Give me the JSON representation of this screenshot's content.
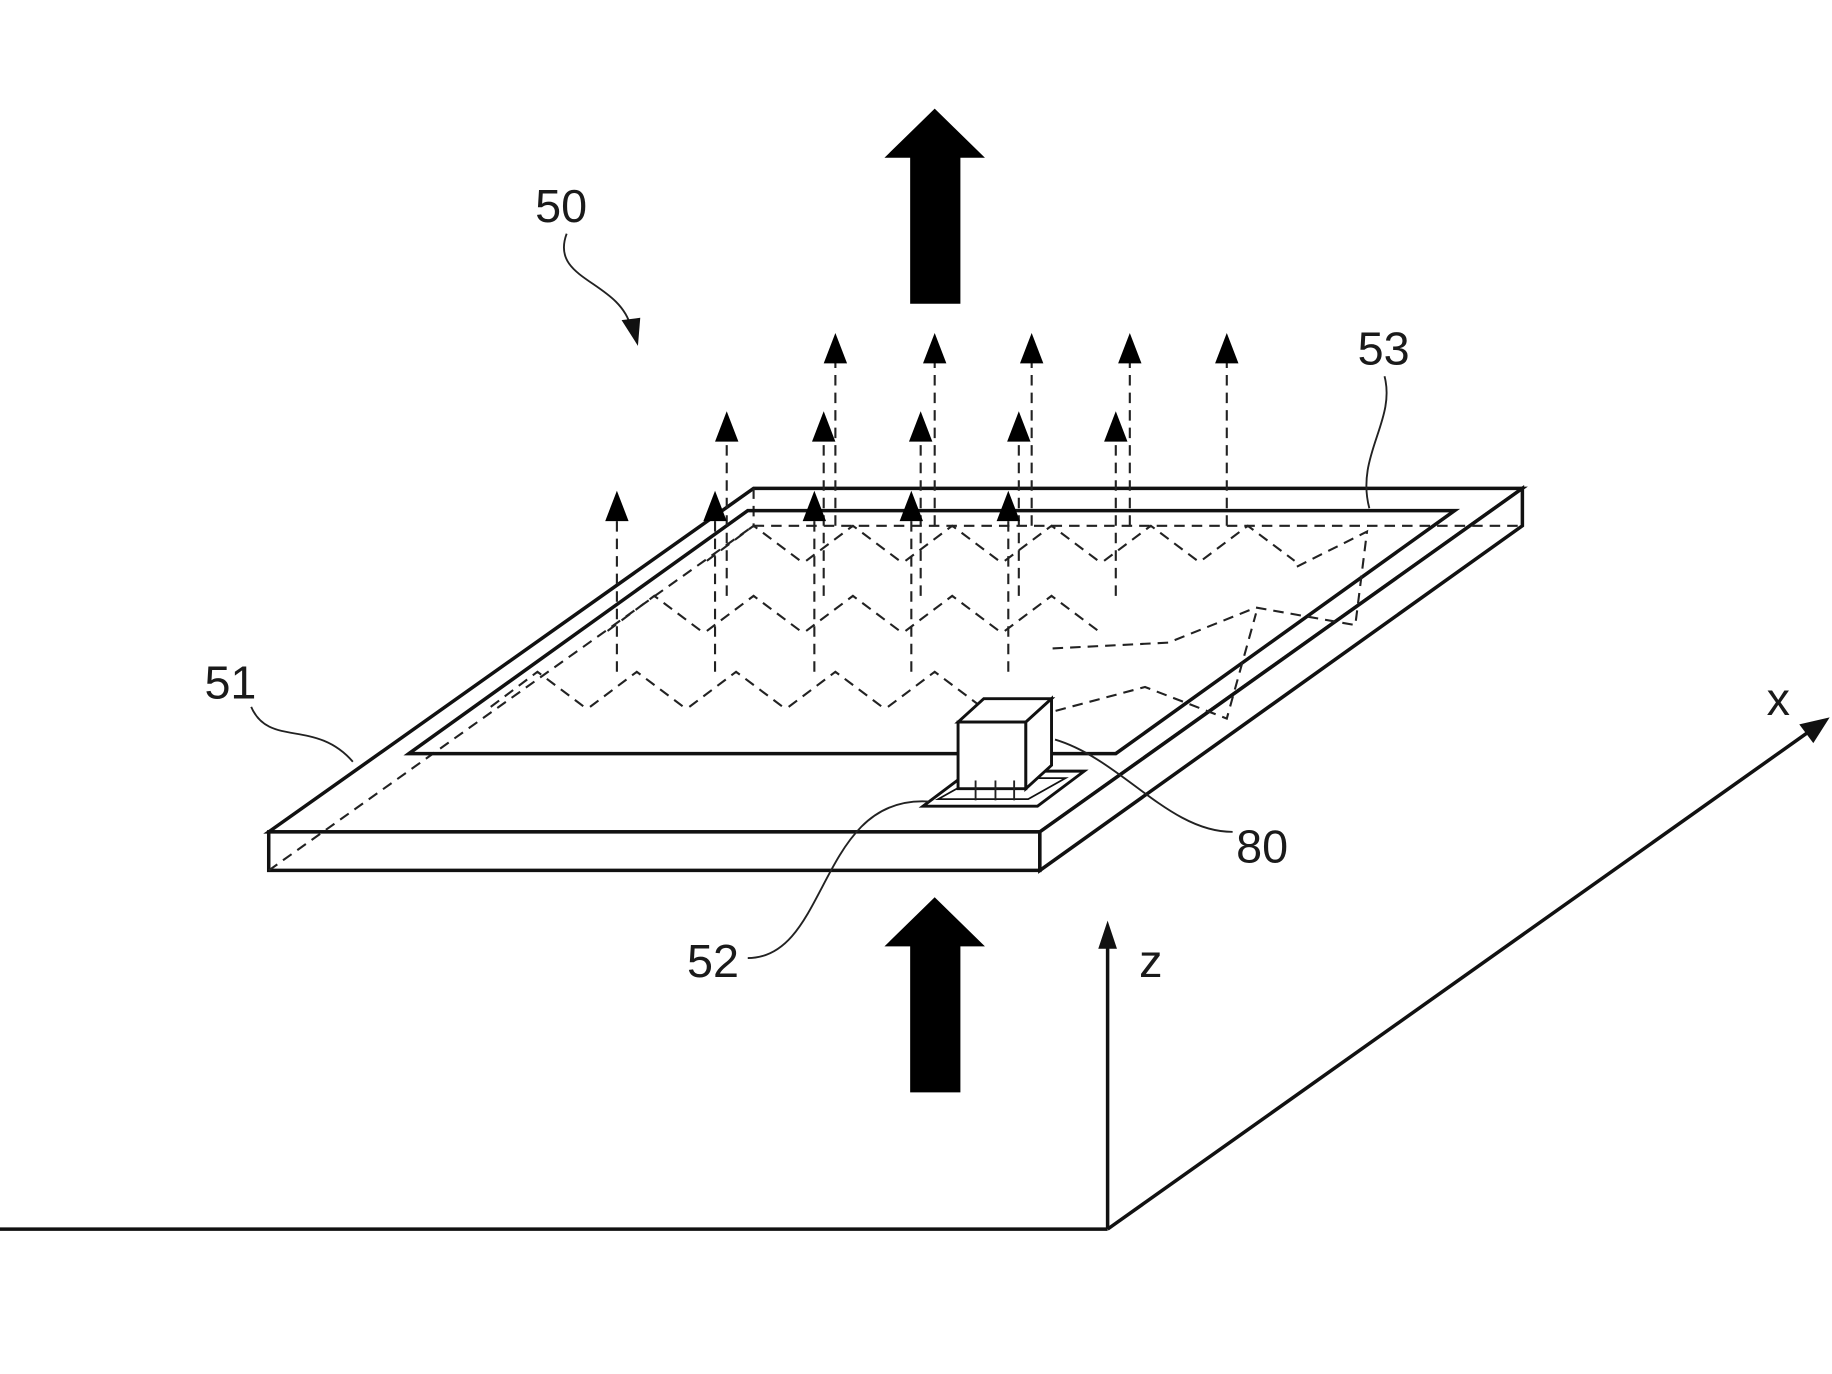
{
  "labels": {
    "device": "50",
    "plate": "51",
    "pad": "52",
    "pattern": "53",
    "module": "80",
    "axis_z": "z",
    "axis_x": "x"
  },
  "colors": {
    "ink": "#111111",
    "background": "#ffffff"
  }
}
